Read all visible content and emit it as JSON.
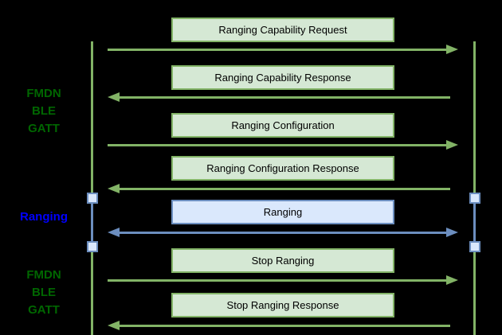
{
  "colors": {
    "green_stroke": "#82b366",
    "green_fill": "#d5e8d4",
    "blue_stroke": "#6c8ebf",
    "blue_fill": "#dae8fc",
    "phase_green": "#006600",
    "phase_blue": "#0000ff",
    "box_text": "#000000",
    "bg": "#000000"
  },
  "phases": {
    "top_label": "FMDN\nBLE\nGATT",
    "middle_label": "Ranging",
    "bottom_label": "FMDN\nBLE\nGATT"
  },
  "messages": [
    {
      "label": "Ranging Capability Request",
      "direction": "right",
      "channel": "green"
    },
    {
      "label": "Ranging Capability Response",
      "direction": "left",
      "channel": "green"
    },
    {
      "label": "Ranging Configuration",
      "direction": "right",
      "channel": "green"
    },
    {
      "label": "Ranging Configuration Response",
      "direction": "left",
      "channel": "green"
    },
    {
      "label": "Ranging",
      "direction": "bidirectional",
      "channel": "blue"
    },
    {
      "label": "Stop Ranging",
      "direction": "right",
      "channel": "green"
    },
    {
      "label": "Stop Ranging Response",
      "direction": "left",
      "channel": "green"
    }
  ]
}
